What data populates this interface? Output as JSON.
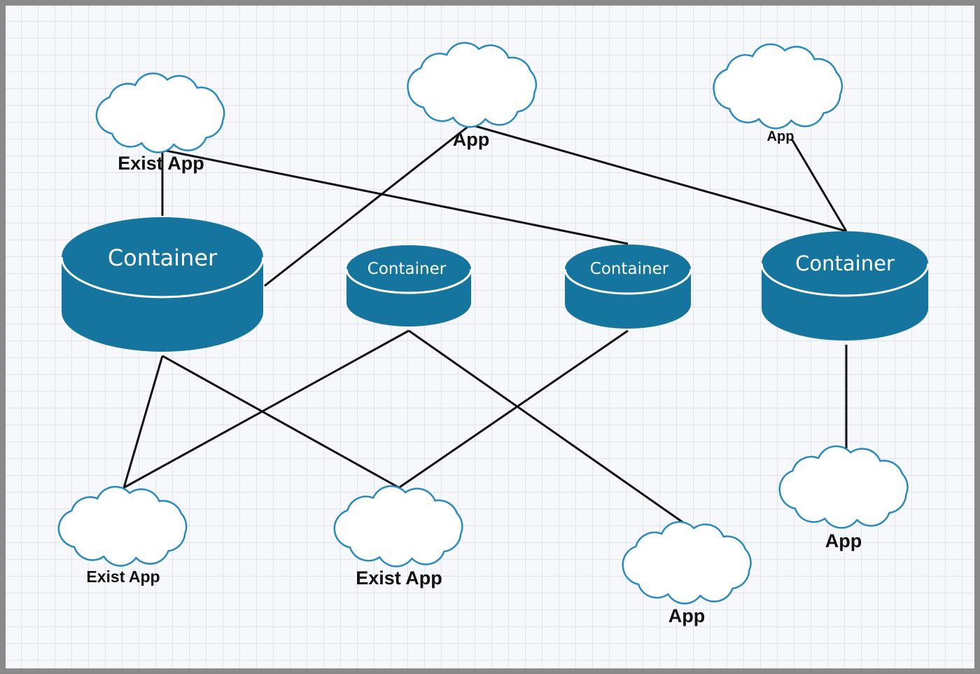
{
  "colors": {
    "container_fill": "#15759e",
    "container_edge": "#ffffff",
    "cloud_stroke": "#2a89bd",
    "connector": "#111111"
  },
  "icons": {
    "app": "cloud-icon",
    "container": "cylinder-icon"
  },
  "containers": [
    {
      "id": "c1",
      "label": "Container"
    },
    {
      "id": "c2",
      "label": "Container"
    },
    {
      "id": "c3",
      "label": "Container"
    },
    {
      "id": "c4",
      "label": "Container"
    }
  ],
  "apps": [
    {
      "id": "a_exist_top",
      "label": "Exist App"
    },
    {
      "id": "a_app_top_mid",
      "label": "App"
    },
    {
      "id": "a_app_top_right",
      "label": "App"
    },
    {
      "id": "a_exist_bottom_left",
      "label": "Exist App"
    },
    {
      "id": "a_exist_bottom_mid",
      "label": "Exist App"
    },
    {
      "id": "a_app_bottom",
      "label": "App"
    },
    {
      "id": "a_app_bottom_right",
      "label": "App"
    }
  ],
  "connections": [
    [
      "a_exist_top",
      "c1"
    ],
    [
      "a_exist_top",
      "c3"
    ],
    [
      "a_app_top_mid",
      "c1"
    ],
    [
      "a_app_top_mid",
      "c4"
    ],
    [
      "a_app_top_right",
      "c4"
    ],
    [
      "c1",
      "a_exist_bottom_left"
    ],
    [
      "c1",
      "a_exist_bottom_mid"
    ],
    [
      "c2",
      "a_exist_bottom_left"
    ],
    [
      "c2",
      "a_app_bottom"
    ],
    [
      "c3",
      "a_exist_bottom_mid"
    ],
    [
      "c4",
      "a_app_bottom_right"
    ]
  ]
}
